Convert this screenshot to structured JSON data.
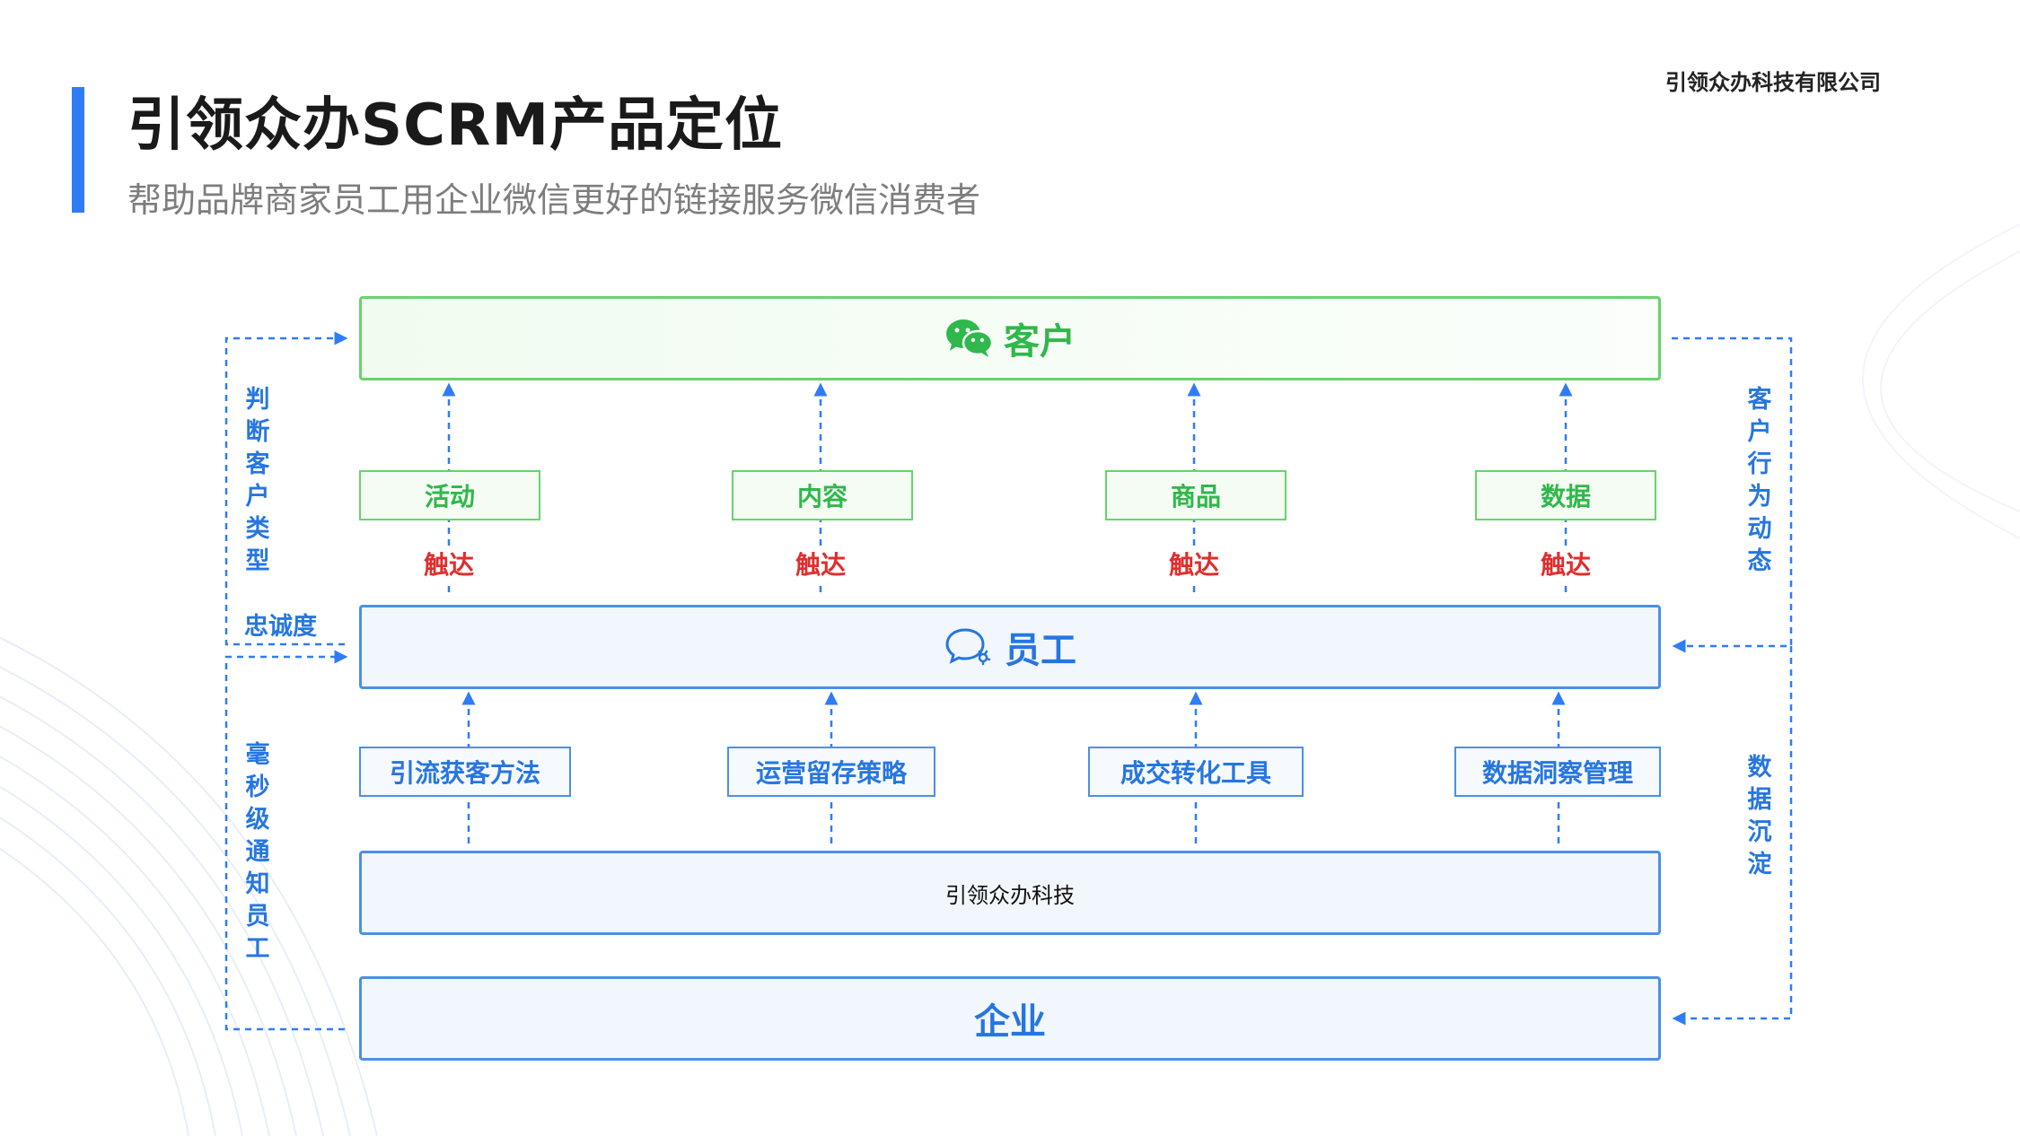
{
  "header": {
    "title": "引领众办SCRM产品定位",
    "subtitle": "帮助品牌商家员工用企业微信更好的链接服务微信消费者",
    "company": "引领众办科技有限公司"
  },
  "diagram": {
    "customer_label": "客户",
    "employee_label": "员工",
    "tech_label": "引领众办科技",
    "enterprise_label": "企业",
    "reach_items": [
      "活动",
      "内容",
      "商品",
      "数据"
    ],
    "reach_label": "触达",
    "tools": [
      "引流获客方法",
      "运营留存策略",
      "成交转化工具",
      "数据洞察管理"
    ],
    "left_top_label": "判断客户类型",
    "left_mid_label": "忠诚度",
    "left_bottom_label": "毫秒级通知员工",
    "right_top_label": "客户行为动态",
    "right_bottom_label": "数据沉淀"
  },
  "colors": {
    "accent": "#2f7cf6",
    "green": "#2fb84b",
    "blue": "#2676e0",
    "red": "#e12d2d"
  },
  "icons": {
    "customer": "wechat-icon",
    "employee": "work-wechat-icon"
  }
}
